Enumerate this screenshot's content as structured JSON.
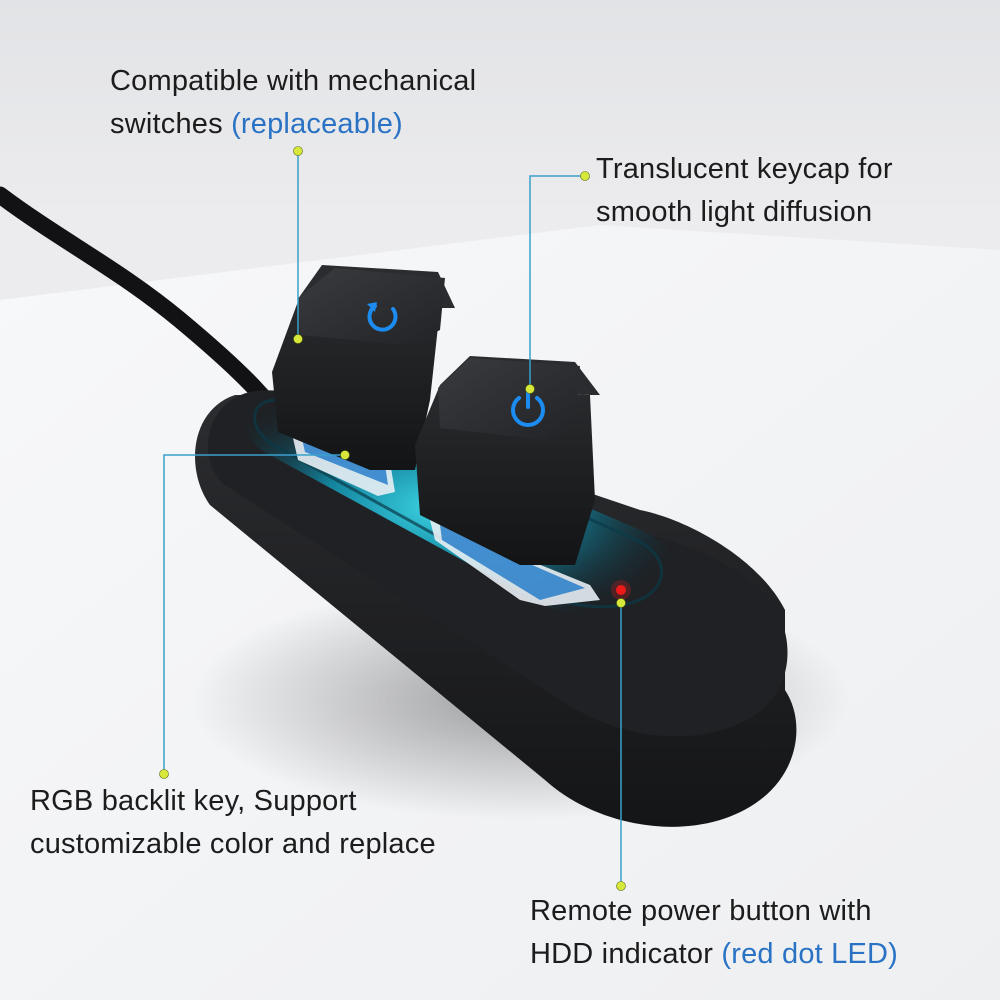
{
  "callouts": {
    "switches": {
      "line1": "Compatible with mechanical",
      "line2_plain": "switches ",
      "line2_highlight": "(replaceable)"
    },
    "keycap": {
      "line1": "Translucent keycap for",
      "line2": "smooth light diffusion"
    },
    "rgb": {
      "line1": "RGB backlit key, Support",
      "line2": "customizable color and replace"
    },
    "power": {
      "line1": "Remote power button with",
      "line2_plain": "HDD indicator ",
      "line2_highlight": "(red dot LED)"
    }
  },
  "colors": {
    "background": "#ebebed",
    "table_top": "#f4f5f7",
    "device_body": "#1b1c1e",
    "keycap": "#232426",
    "glow": "#16b4d4",
    "key_icon": "#1c8cf0",
    "leader_line": "#3aa0cc",
    "leader_dot": "#d8e83a",
    "led": "#ee1a1a",
    "highlight_text": "#2a73c4",
    "body_text": "#1c1c1c"
  },
  "icons": {
    "left_key": "restart-icon",
    "right_key": "power-icon"
  }
}
